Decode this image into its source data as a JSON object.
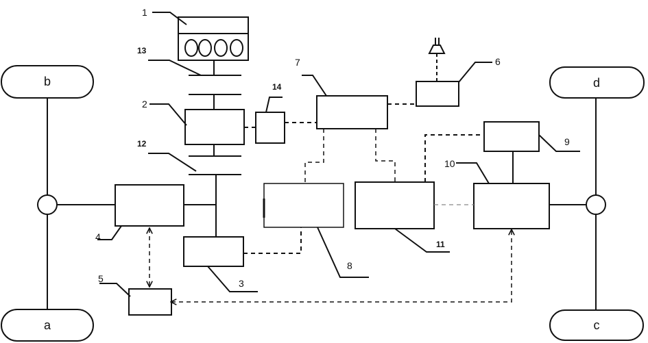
{
  "wheels": {
    "a": "a",
    "b": "b",
    "c": "c",
    "d": "d"
  },
  "labels": {
    "n1": "1",
    "n2": "2",
    "n3": "3",
    "n4": "4",
    "n5": "5",
    "n6": "6",
    "n7": "7",
    "n8": "8",
    "n9": "9",
    "n10": "10",
    "n11": "11",
    "n12": "12",
    "n13": "13",
    "n14": "14"
  },
  "colors": {
    "stroke": "#111111",
    "background": "#ffffff"
  }
}
